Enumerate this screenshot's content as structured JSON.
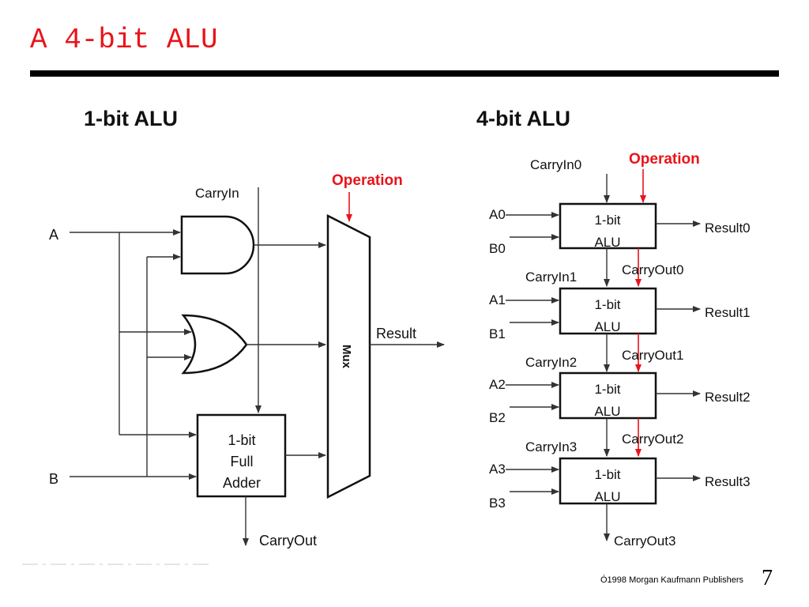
{
  "slide": {
    "title": "A 4-bit ALU",
    "footer": "Ó1998 Morgan Kaufmann Publishers",
    "page_number": "7"
  },
  "colors": {
    "title": "#e8141a",
    "operation": "#e8141a",
    "line": "#333333"
  },
  "one_bit_alu": {
    "heading": "1-bit ALU",
    "input_a": "A",
    "input_b": "B",
    "carry_in": "CarryIn",
    "operation": "Operation",
    "mux": "Mux",
    "result": "Result",
    "adder_line1": "1-bit",
    "adder_line2": "Full",
    "adder_line3": "Adder",
    "carry_out": "CarryOut"
  },
  "four_bit_alu": {
    "heading": "4-bit ALU",
    "carry_in0": "CarryIn0",
    "operation": "Operation",
    "stages": [
      {
        "a": "A0",
        "b": "B0",
        "line1": "1-bit",
        "line2": "ALU",
        "result": "Result0",
        "carry_out": "CarryOut0"
      },
      {
        "a": "A1",
        "b": "B1",
        "line1": "1-bit",
        "line2": "ALU",
        "result": "Result1",
        "carry_in": "CarryIn1",
        "carry_out": "CarryOut1"
      },
      {
        "a": "A2",
        "b": "B2",
        "line1": "1-bit",
        "line2": "ALU",
        "result": "Result2",
        "carry_in": "CarryIn2",
        "carry_out": "CarryOut2"
      },
      {
        "a": "A3",
        "b": "B3",
        "line1": "1-bit",
        "line2": "ALU",
        "result": "Result3",
        "carry_in": "CarryIn3",
        "carry_out": "CarryOut3"
      }
    ]
  }
}
